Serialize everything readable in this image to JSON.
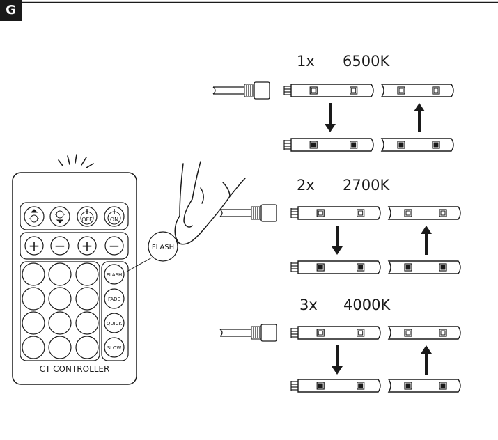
{
  "figure": {
    "label": "G"
  },
  "steps": [
    {
      "count": "1x",
      "temperature": "6500K"
    },
    {
      "count": "2x",
      "temperature": "2700K"
    },
    {
      "count": "3x",
      "temperature": "4000K"
    }
  ],
  "remote": {
    "name": "CT CONTROLLER",
    "power_off": "OFF",
    "power_on": "ON",
    "plus": "+",
    "minus": "−",
    "mode_buttons": [
      "FLASH",
      "FADE",
      "QUICK",
      "SLOW"
    ],
    "callout": "FLASH"
  }
}
